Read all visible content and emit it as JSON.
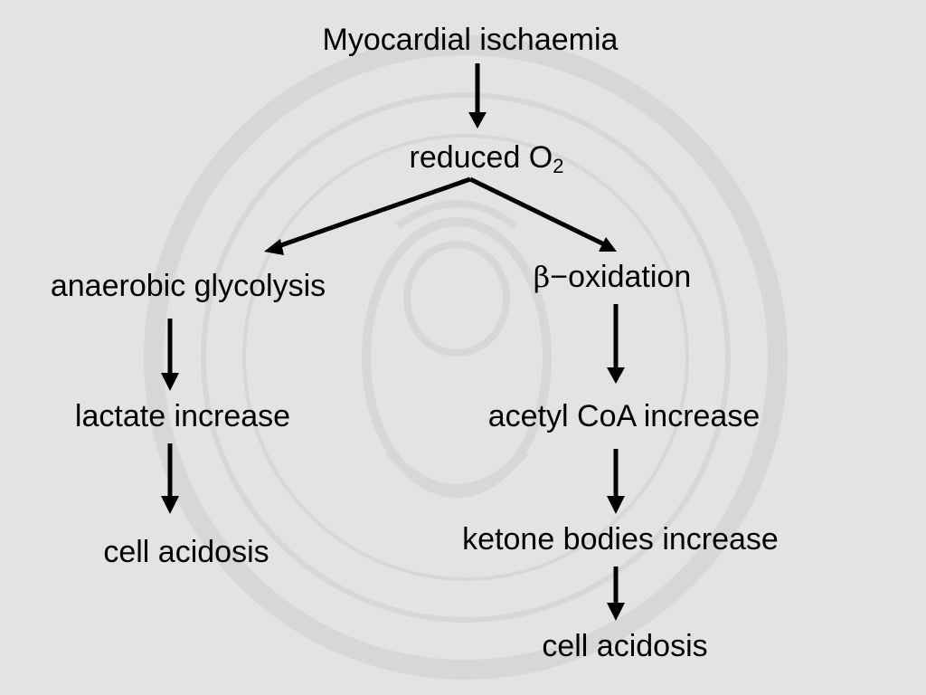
{
  "diagram": {
    "root": "Myocardial ischaemia",
    "reduced_o2": {
      "text": "reduced O",
      "subscript": "2"
    },
    "left_branch": {
      "step1": "anaerobic glycolysis",
      "step2": "lactate increase",
      "step3": "cell acidosis"
    },
    "right_branch": {
      "step1": {
        "symbol": "β",
        "dash": "−",
        "text": "oxidation"
      },
      "step2": "acetyl CoA increase",
      "step3": "ketone bodies increase",
      "step4": "cell acidosis"
    },
    "colors": {
      "background": "#e3e3e3",
      "text": "#000000",
      "arrow": "#000000",
      "watermark": "#d6d6d6"
    }
  }
}
